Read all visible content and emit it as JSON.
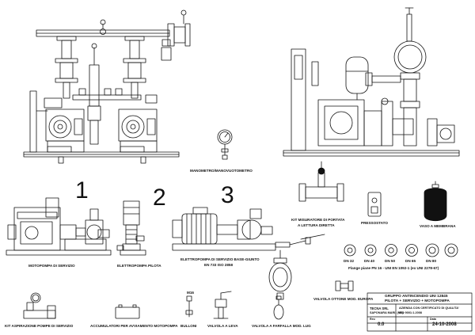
{
  "labels": {
    "manometro": "MANOMETRO/MANOVUOTOMETRO",
    "kit_misuratore_1": "KIT MISURATORE DI PORTATA",
    "kit_misuratore_2": "A LETTURA DIRETTA",
    "pressostato": "PRESSOSTATO",
    "vaso": "VASO A MEMBRANA",
    "motopompa": "MOTOPOMPA DI SERVIZIO",
    "elettropompa_pilota": "ELETTROPOMPA PILOTA",
    "elettropompa_servizio_1": "ELETTROPOMPA DI SERVIZIO BASE-GIUNTO",
    "elettropompa_servizio_2": "EN 733 ISO 2858",
    "flange_note": "Flange piane PN 16 - UNI EN 1092-1 (ex UNI 2278-67)",
    "kit_aspirazione": "KIT ASPIRAZIONE POMPE DI SERVIZIO",
    "accumulatori": "ACCUMULATORI PER AVVIAMENTO MOTOPOMPA",
    "bulloni": "BULLONI",
    "valvola_leva": "VALVOLA A LEVA",
    "valvola_farfalla": "VALVOLA A FARFALLA MOD. LUG",
    "valvola_ottone": "VALVOLA OTTONE MOD. EUROPA",
    "bolt_size": "M16"
  },
  "numbers": [
    "1",
    "2",
    "3"
  ],
  "flange_sizes": [
    "DN 32",
    "DN 40",
    "DN 50",
    "DN 65",
    "DN 80"
  ],
  "title_block": {
    "title_1": "GRUPPO ANTINCENDIO UNI 12845",
    "title_2": "PILOTA + SERVIZIO + MOTOPOMPA",
    "company_1": "TECNA SRL",
    "company_2": "SAPONARA MARI. (ME)",
    "cert_1": "AZIENDA CON CERTIFICATO DI QUALITA'",
    "cert_2": "ISO 9001:1.2008",
    "rev_label": "Rev.",
    "rev": "0.0",
    "date_label": "Data",
    "date": "24-10-2008"
  }
}
